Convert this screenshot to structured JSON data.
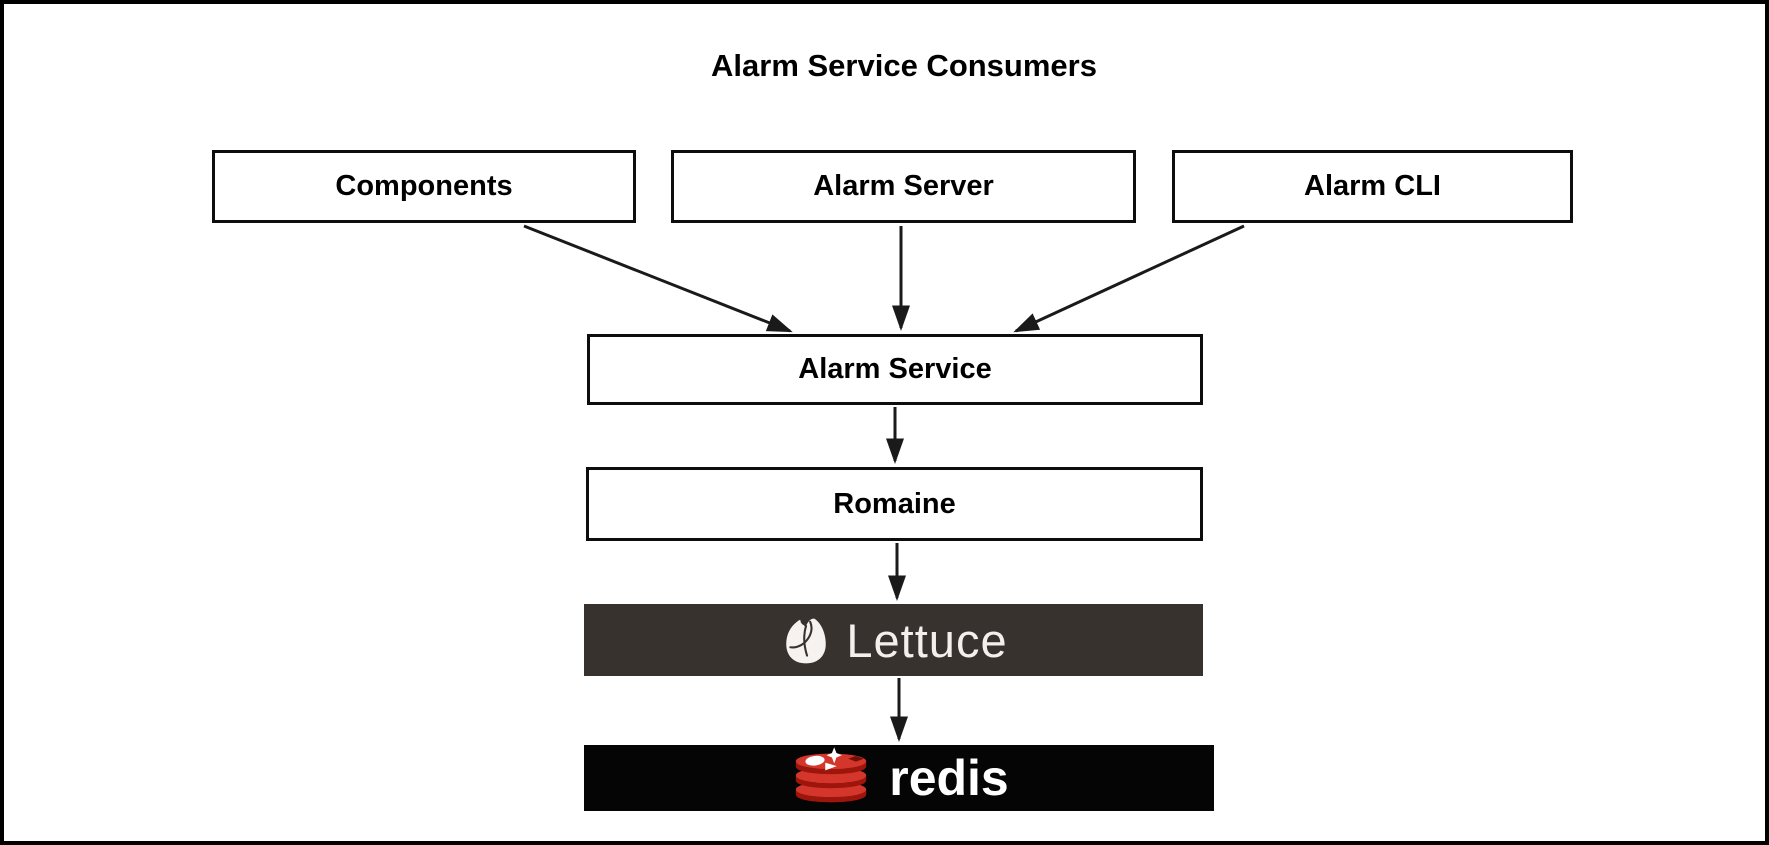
{
  "title": "Alarm Service Consumers",
  "nodes": {
    "components": {
      "label": "Components"
    },
    "alarm_server": {
      "label": "Alarm Server"
    },
    "alarm_cli": {
      "label": "Alarm CLI"
    },
    "alarm_service": {
      "label": "Alarm Service"
    },
    "romaine": {
      "label": "Romaine"
    },
    "lettuce": {
      "label": "Lettuce"
    },
    "redis": {
      "label": "redis"
    }
  },
  "edges": [
    {
      "from": "Components",
      "to": "Alarm Service"
    },
    {
      "from": "Alarm Server",
      "to": "Alarm Service"
    },
    {
      "from": "Alarm CLI",
      "to": "Alarm Service"
    },
    {
      "from": "Alarm Service",
      "to": "Romaine"
    },
    {
      "from": "Romaine",
      "to": "Lettuce"
    },
    {
      "from": "Lettuce",
      "to": "redis"
    }
  ],
  "colors": {
    "canvas_border": "#000000",
    "node_border": "#0d0d0d",
    "edge": "#1a1a1a",
    "lettuce_bg": "#38322f",
    "lettuce_text": "#f2efec",
    "redis_bg": "#050505",
    "redis_text": "#ffffff",
    "redis_red_top": "#d4362c",
    "redis_red_front": "#9e150b"
  }
}
